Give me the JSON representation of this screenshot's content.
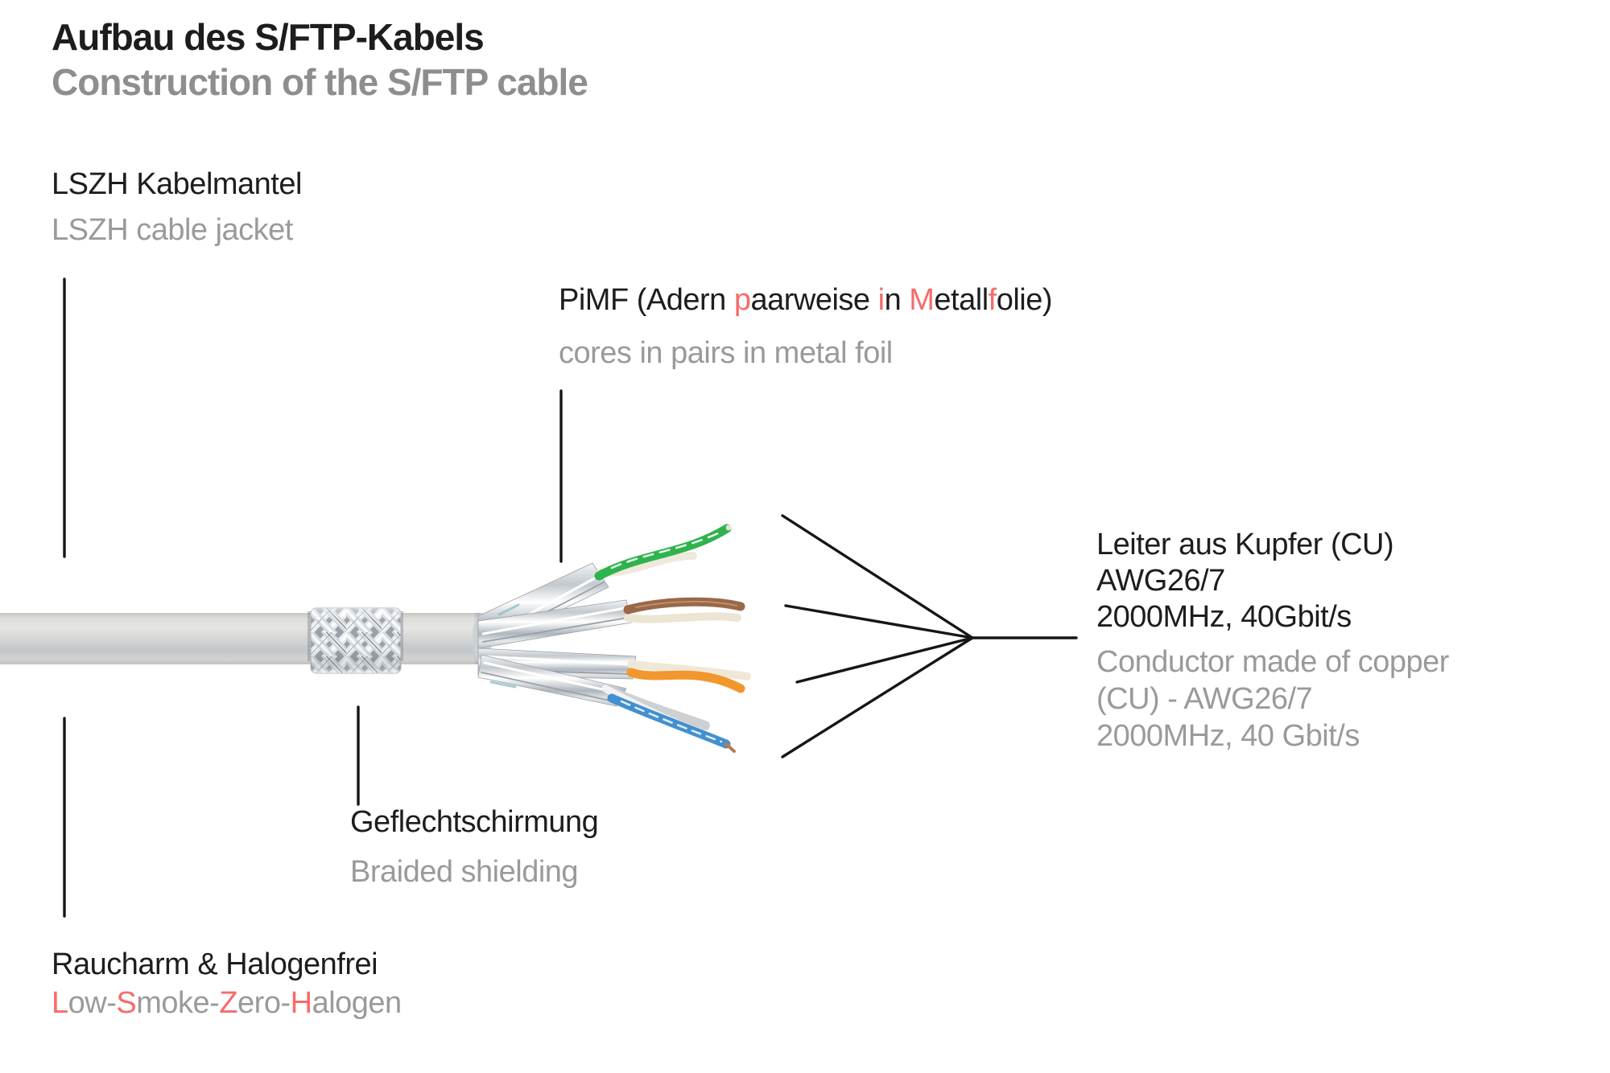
{
  "titles": {
    "de": "Aufbau des S/FTP-Kabels",
    "en": "Construction of the S/FTP cable"
  },
  "labels": {
    "jacket": {
      "de": "LSZH Kabelmantel",
      "en": "LSZH cable jacket"
    },
    "pimf": {
      "de_segments": [
        {
          "t": "PiMF (Adern "
        },
        {
          "t": "p",
          "red": true
        },
        {
          "t": "aarweise "
        },
        {
          "t": "i",
          "red": true
        },
        {
          "t": "n "
        },
        {
          "t": "M",
          "red": true
        },
        {
          "t": "etall"
        },
        {
          "t": "f",
          "red": true
        },
        {
          "t": "olie)"
        }
      ],
      "en": "cores in pairs in metal foil"
    },
    "braid": {
      "de": "Geflechtschirmung",
      "en": "Braided shielding"
    },
    "conductor": {
      "de_lines": [
        "Leiter aus Kupfer (CU)",
        "AWG26/7",
        "2000MHz, 40Gbit/s"
      ],
      "en_lines": [
        "Conductor made of copper",
        "(CU) - AWG26/7",
        "2000MHz, 40 Gbit/s"
      ]
    },
    "halogen": {
      "de": "Raucharm & Halogenfrei",
      "en_segments": [
        {
          "t": "L",
          "red": true
        },
        {
          "t": "ow-"
        },
        {
          "t": "S",
          "red": true
        },
        {
          "t": "moke-"
        },
        {
          "t": "Z",
          "red": true
        },
        {
          "t": "ero-"
        },
        {
          "t": "H",
          "red": true
        },
        {
          "t": "alogen"
        }
      ]
    }
  },
  "colors": {
    "accent_red": "#f76b6b",
    "text_dark": "#1d1d1d",
    "text_gray": "#9a9a9a",
    "title_gray": "#8e8e8e",
    "line_black": "#161616",
    "jacket_gray": "#d6d6d3",
    "wire_green": "#2fb34d",
    "wire_brown": "#9a6848",
    "wire_orange": "#f3962e",
    "wire_blue": "#4390cf"
  }
}
